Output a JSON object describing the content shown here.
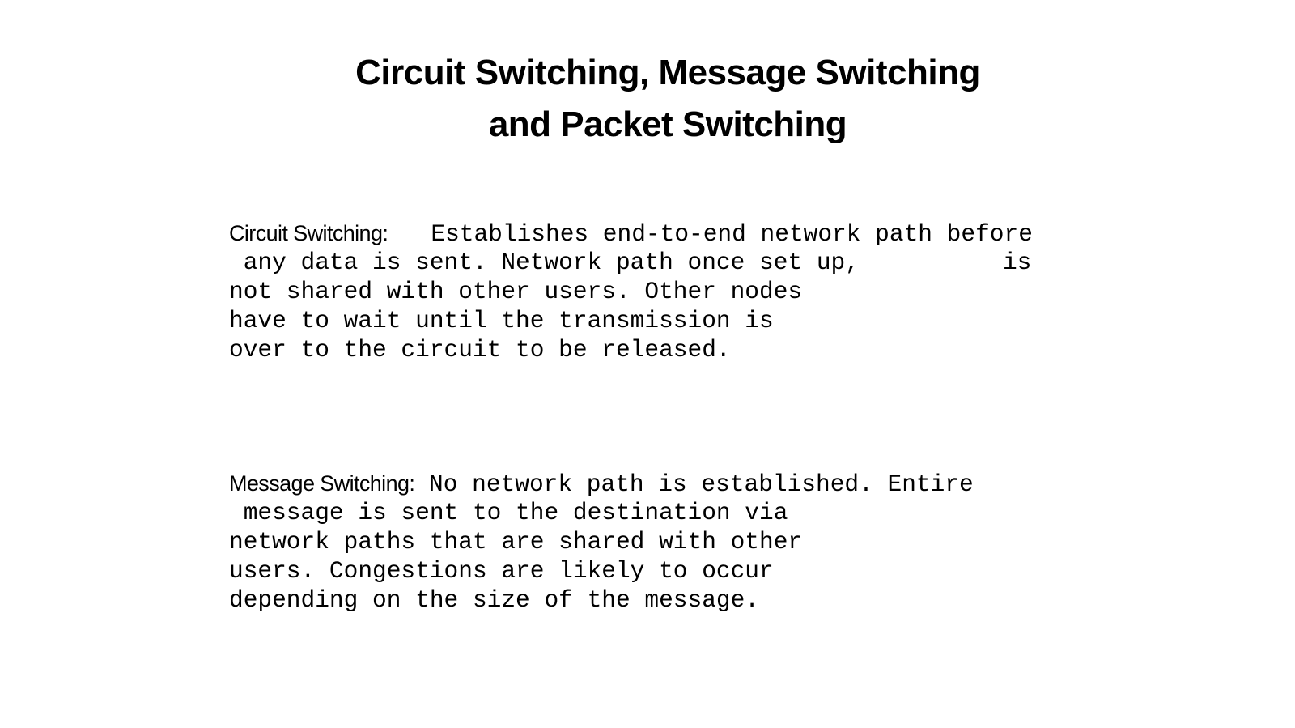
{
  "slide": {
    "title_lines": [
      "Circuit Switching, Message Switching",
      "and Packet Switching"
    ],
    "circuit": {
      "label": "Circuit Switching:",
      "lines": [
        "   Establishes end-to-end network path before",
        " any data is sent. Network path once set up,          is",
        "not shared with other users. Other nodes",
        "have to wait until the transmission is",
        "over to the circuit to be released."
      ]
    },
    "message": {
      "label": "Message Switching:",
      "lines": [
        " No network path is established. Entire",
        " message is sent to the destination via",
        "network paths that are shared with other",
        "users. Congestions are likely to occur",
        "depending on the size of the message."
      ]
    }
  }
}
